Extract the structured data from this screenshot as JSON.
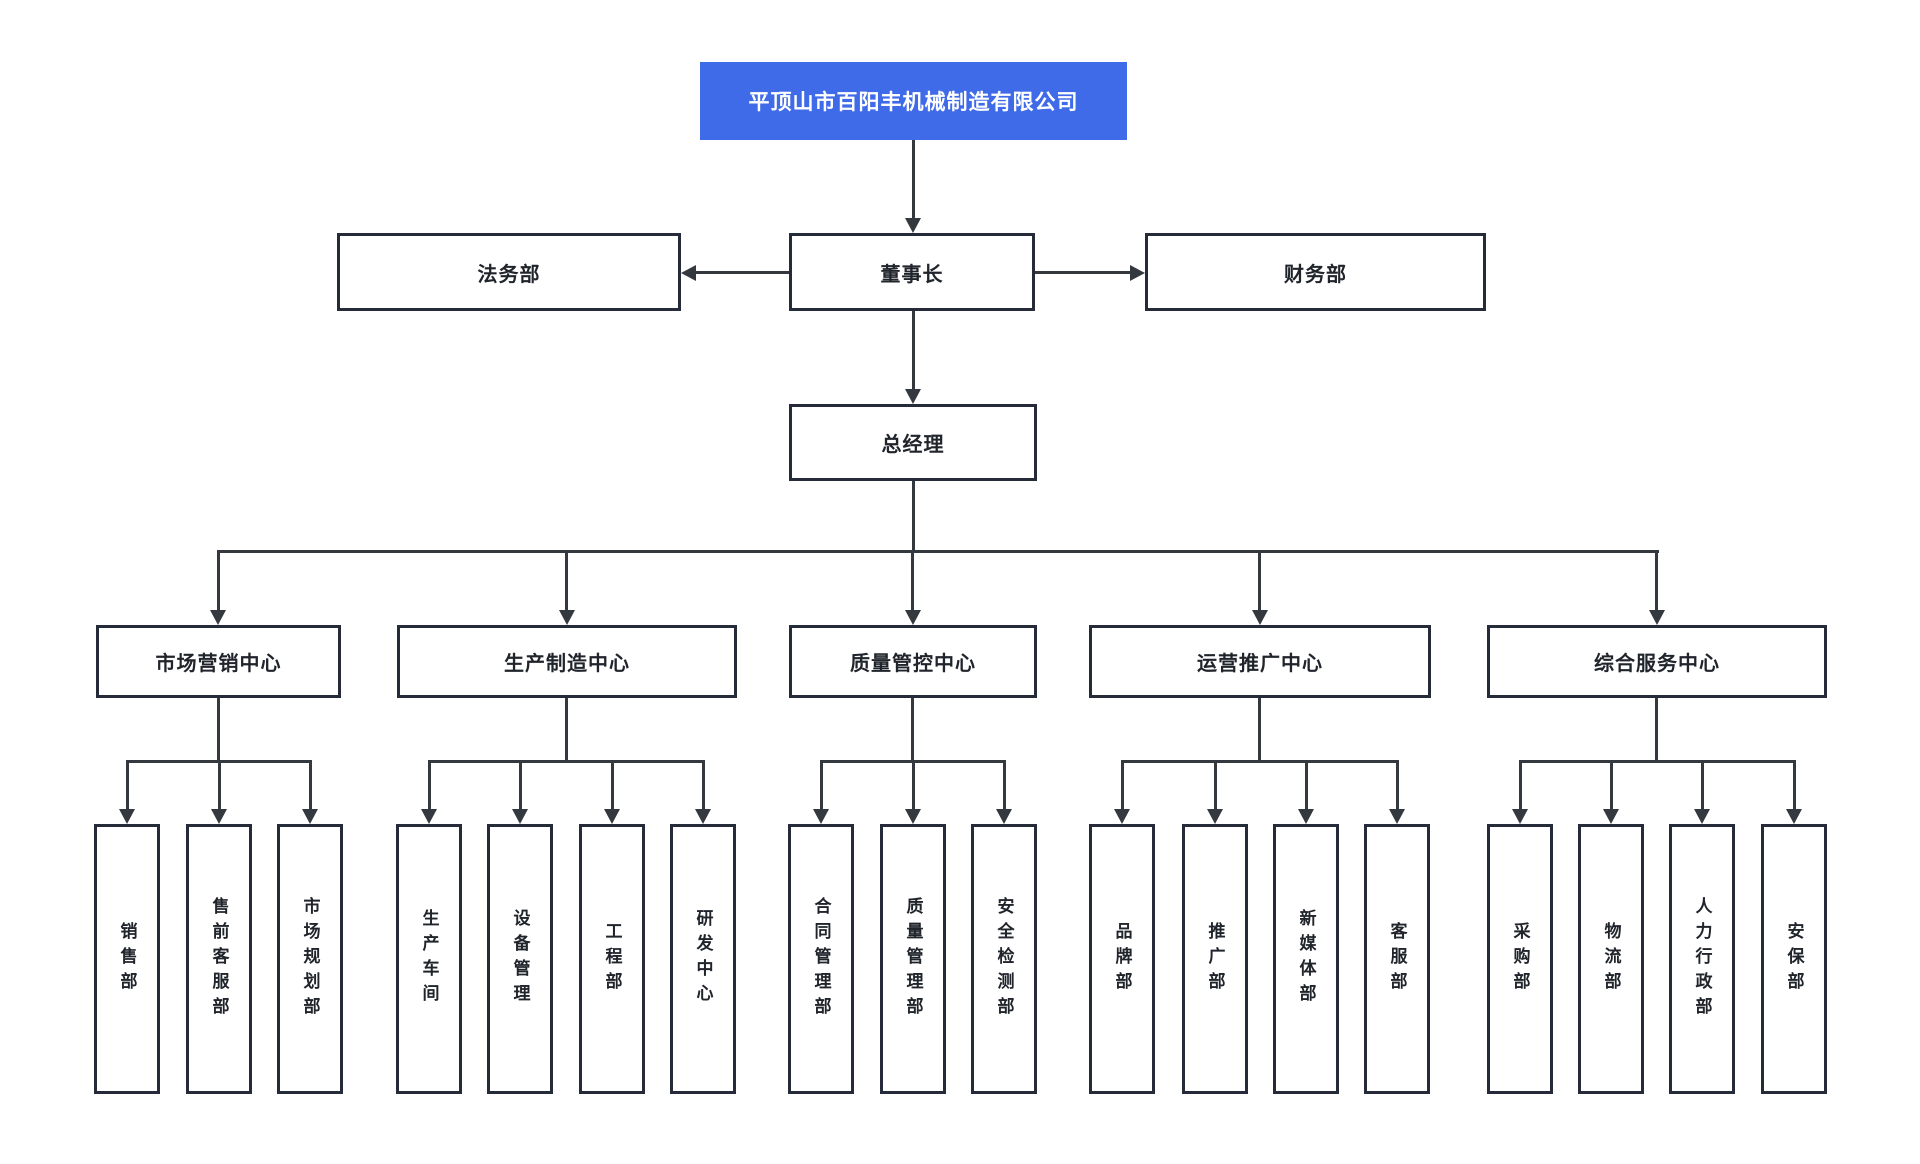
{
  "root": {
    "label": "平顶山市百阳丰机械制造有限公司"
  },
  "level2": {
    "legal": "法务部",
    "chairman": "董事长",
    "finance": "财务部"
  },
  "level3": {
    "general_manager": "总经理"
  },
  "centers": [
    {
      "label": "市场营销中心",
      "children": [
        "销售部",
        "售前客服部",
        "市场规划部"
      ]
    },
    {
      "label": "生产制造中心",
      "children": [
        "生产车间",
        "设备管理",
        "工程部",
        "研发中心"
      ]
    },
    {
      "label": "质量管控中心",
      "children": [
        "合同管理部",
        "质量管理部",
        "安全检测部"
      ]
    },
    {
      "label": "运营推广中心",
      "children": [
        "品牌部",
        "推广部",
        "新媒体部",
        "客服部"
      ]
    },
    {
      "label": "综合服务中心",
      "children": [
        "采购部",
        "物流部",
        "人力行政部",
        "安保部"
      ]
    }
  ],
  "colors": {
    "root_bg": "#3f6ae8",
    "root_text": "#ffffff",
    "box_border": "#252b38",
    "connector": "#34383f",
    "text": "#20242b",
    "background": "#ffffff"
  }
}
